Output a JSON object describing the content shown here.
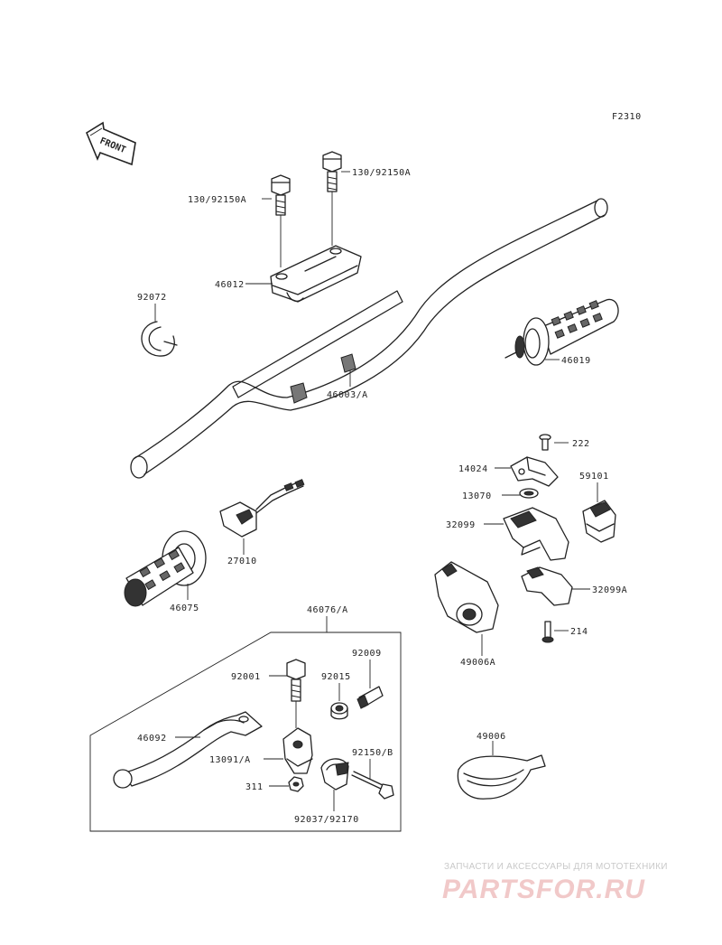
{
  "figure_code": "F2310",
  "front_label": "FRONT",
  "watermark": {
    "caption": "ЗАПЧАСТИ И АКСЕССУАРЫ ДЛЯ МОТОТЕХНИКИ",
    "brand": "PARTSFOR.RU"
  },
  "labels": {
    "bolt_a_left": "130/92150A",
    "bolt_a_right": "130/92150A",
    "holder": "46012",
    "clip": "92072",
    "handlebar": "46003/A",
    "grip_right": "46019",
    "screw_222": "222",
    "bracket_14024": "14024",
    "part_13070": "13070",
    "switch_59101": "59101",
    "housing_32099": "32099",
    "housing_32099a": "32099A",
    "screw_214": "214",
    "throttle_49006a": "49006A",
    "cover_49006": "49006",
    "switch_27010": "27010",
    "grip_left": "46075",
    "lever_assy": "46076/A",
    "bolt_92001": "92001",
    "nut_92015": "92015",
    "adjuster_92009": "92009",
    "lever_46092": "46092",
    "holder_13091a": "13091/A",
    "bolt_92150b": "92150/B",
    "nut_311": "311",
    "clamp_92037": "92037/92170"
  }
}
